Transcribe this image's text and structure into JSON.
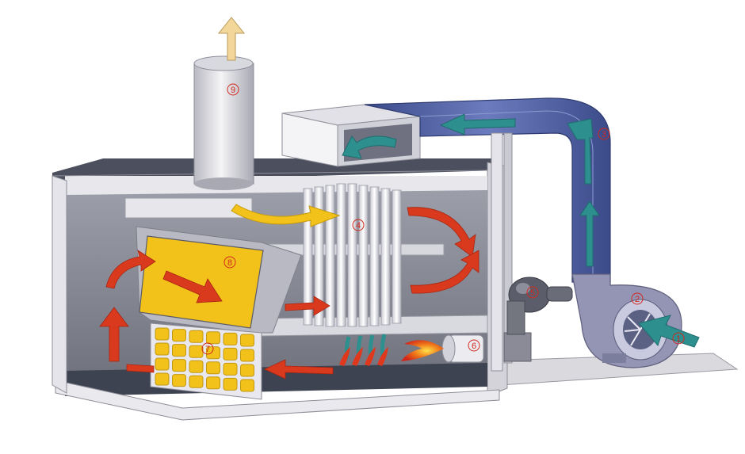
{
  "diagram": {
    "callouts": [
      {
        "id": "1",
        "label": "1"
      },
      {
        "id": "2",
        "label": "2"
      },
      {
        "id": "3",
        "label": "3"
      },
      {
        "id": "4",
        "label": "4"
      },
      {
        "id": "5",
        "label": "5"
      },
      {
        "id": "6",
        "label": "6"
      },
      {
        "id": "7",
        "label": "7"
      },
      {
        "id": "8",
        "label": "8"
      },
      {
        "id": "9",
        "label": "9"
      }
    ]
  },
  "colors": {
    "housing_wall": "#f2f2f4",
    "interior_shade": "#8a8b96",
    "floor_dark": "#3e4352",
    "duct_blue": "#4b5ea0",
    "airflow_teal": "#2e8f8f",
    "hot_flow_red": "#d93a1e",
    "panel_yellow": "#f2c21a",
    "callout_red": "#d2281e"
  }
}
